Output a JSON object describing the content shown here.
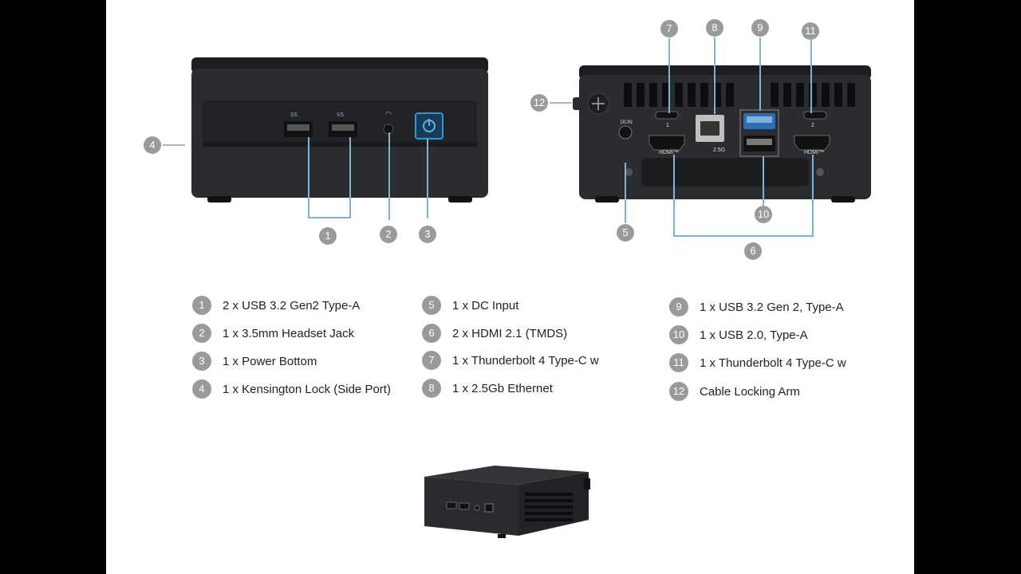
{
  "callouts": {
    "c1": "1",
    "c2": "2",
    "c3": "3",
    "c4": "4",
    "c5": "5",
    "c6": "6",
    "c7": "7",
    "c8": "8",
    "c9": "9",
    "c10": "10",
    "c11": "11",
    "c12": "12"
  },
  "port_labels": {
    "hdmi": "HDMI™",
    "tb_1": "1",
    "tb_2": "2",
    "ethernet_speed": "2.5G",
    "dc_in": "DCIN"
  },
  "legend": {
    "col1": [
      {
        "num": "1",
        "text": "2 x USB 3.2 Gen2 Type-A"
      },
      {
        "num": "2",
        "text": "1 x 3.5mm Headset Jack"
      },
      {
        "num": "3",
        "text": "1 x Power Bottom"
      },
      {
        "num": "4",
        "text": "1 x Kensington Lock (Side Port)"
      }
    ],
    "col2": [
      {
        "num": "5",
        "text": "1 x DC Input"
      },
      {
        "num": "6",
        "text": "2 x HDMI 2.1 (TMDS)"
      },
      {
        "num": "7",
        "text": "1 x Thunderbolt 4 Type-C w"
      },
      {
        "num": "8",
        "text": "1 x 2.5Gb Ethernet"
      }
    ],
    "col3": [
      {
        "num": "9",
        "text": "1 x USB 3.2 Gen 2, Type-A"
      },
      {
        "num": "10",
        "text": "1 x USB 2.0, Type-A"
      },
      {
        "num": "11",
        "text": "1 x Thunderbolt 4 Type-C w"
      },
      {
        "num": "12",
        "text": "Cable Locking Arm"
      }
    ]
  },
  "colors": {
    "callout": "#9a9a9a",
    "leader": "#7fb1d9",
    "chassis": "#2b2c2f",
    "power_glow": "#2e9bd8"
  }
}
